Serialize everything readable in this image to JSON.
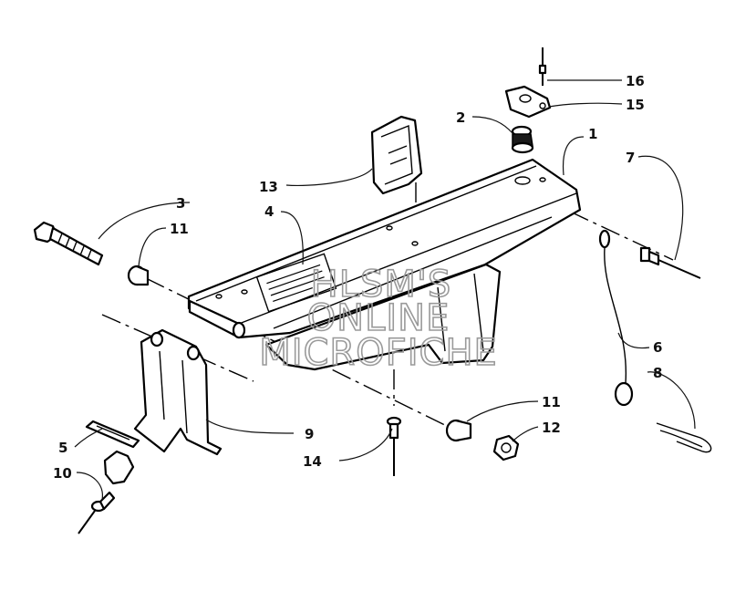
{
  "callouts": [
    {
      "label": "1"
    },
    {
      "label": "2"
    },
    {
      "label": "3"
    },
    {
      "label": "4"
    },
    {
      "label": "5"
    },
    {
      "label": "6"
    },
    {
      "label": "7"
    },
    {
      "label": "8"
    },
    {
      "label": "9"
    },
    {
      "label": "10"
    },
    {
      "label": "11"
    },
    {
      "label": "11"
    },
    {
      "label": "12"
    },
    {
      "label": "13"
    },
    {
      "label": "14"
    },
    {
      "label": "15"
    },
    {
      "label": "16"
    }
  ],
  "watermark": {
    "line1": "HLSM'S",
    "line2": "ONLINE",
    "line3": "MICROFICHE"
  }
}
